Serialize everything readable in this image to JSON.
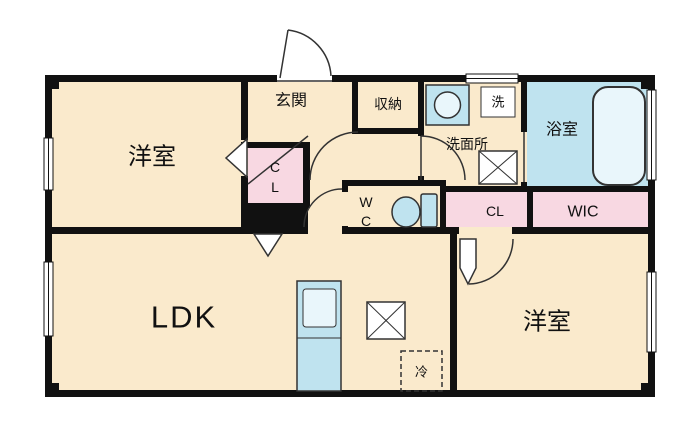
{
  "floorplan": {
    "colors": {
      "wall": "#111111",
      "room_floor": "#FAEACC",
      "water_area": "#BFE3EF",
      "closet_pink": "#F8D8E2",
      "fixture_light": "#E9F6FB",
      "line": "#333333",
      "background": "#FFFFFF"
    },
    "rooms": {
      "entrance": {
        "label": "玄関"
      },
      "storage": {
        "label": "収納"
      },
      "laundry": {
        "label": "洗"
      },
      "washroom": {
        "label": "洗面所"
      },
      "bathroom": {
        "label": "浴室"
      },
      "bedroom_top": {
        "label": "洋室"
      },
      "closet_top": {
        "label_line1": "C",
        "label_line2": "L"
      },
      "toilet": {
        "label_line1": "W",
        "label_line2": "C"
      },
      "closet_right": {
        "label": "CL"
      },
      "walk_in_closet": {
        "label": "WIC"
      },
      "ldk": {
        "label": "LDK"
      },
      "bedroom_bottom": {
        "label": "洋室"
      },
      "refrigerator": {
        "label": "冷"
      }
    }
  }
}
